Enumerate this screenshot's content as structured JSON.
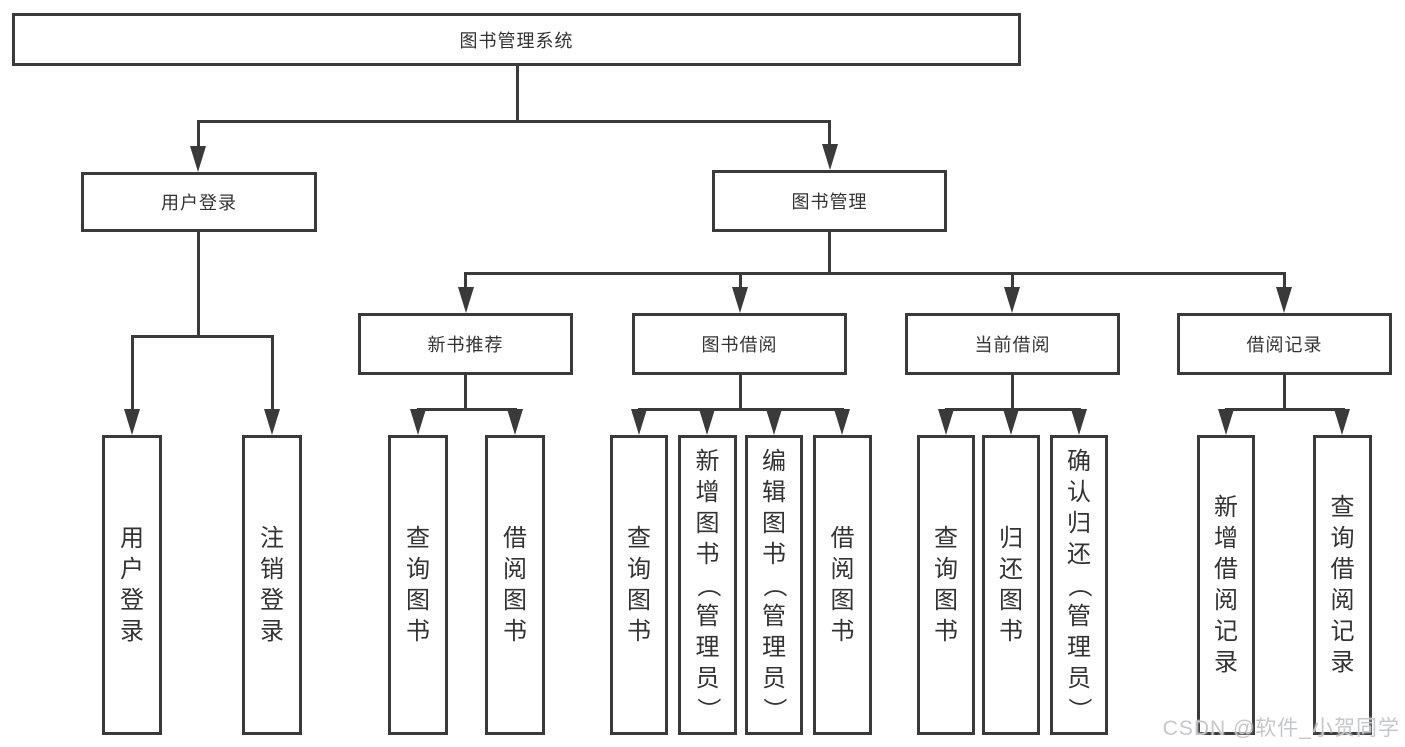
{
  "tree": {
    "label": "图书管理系统",
    "children": [
      {
        "label": "用户登录",
        "children": [
          {
            "label": "用户登录"
          },
          {
            "label": "注销登录"
          }
        ]
      },
      {
        "label": "图书管理",
        "children": [
          {
            "label": "新书推荐",
            "children": [
              {
                "label": "查询图书"
              },
              {
                "label": "借阅图书"
              }
            ]
          },
          {
            "label": "图书借阅",
            "children": [
              {
                "label": "查询图书"
              },
              {
                "label": "新增图书（管理员）"
              },
              {
                "label": "编辑图书（管理员）"
              },
              {
                "label": "借阅图书"
              }
            ]
          },
          {
            "label": "当前借阅",
            "children": [
              {
                "label": "查询图书"
              },
              {
                "label": "归还图书"
              },
              {
                "label": "确认归还（管理员）"
              }
            ]
          },
          {
            "label": "借阅记录",
            "children": [
              {
                "label": "新增借阅记录"
              },
              {
                "label": "查询借阅记录"
              }
            ]
          }
        ]
      }
    ]
  },
  "watermark": {
    "text": "CSDN @软件_小贺同学"
  },
  "colors": {
    "line": "#3a3a3a",
    "text": "#333333",
    "box_background": "#ffffff",
    "watermark_text": "#c6c7c9"
  }
}
